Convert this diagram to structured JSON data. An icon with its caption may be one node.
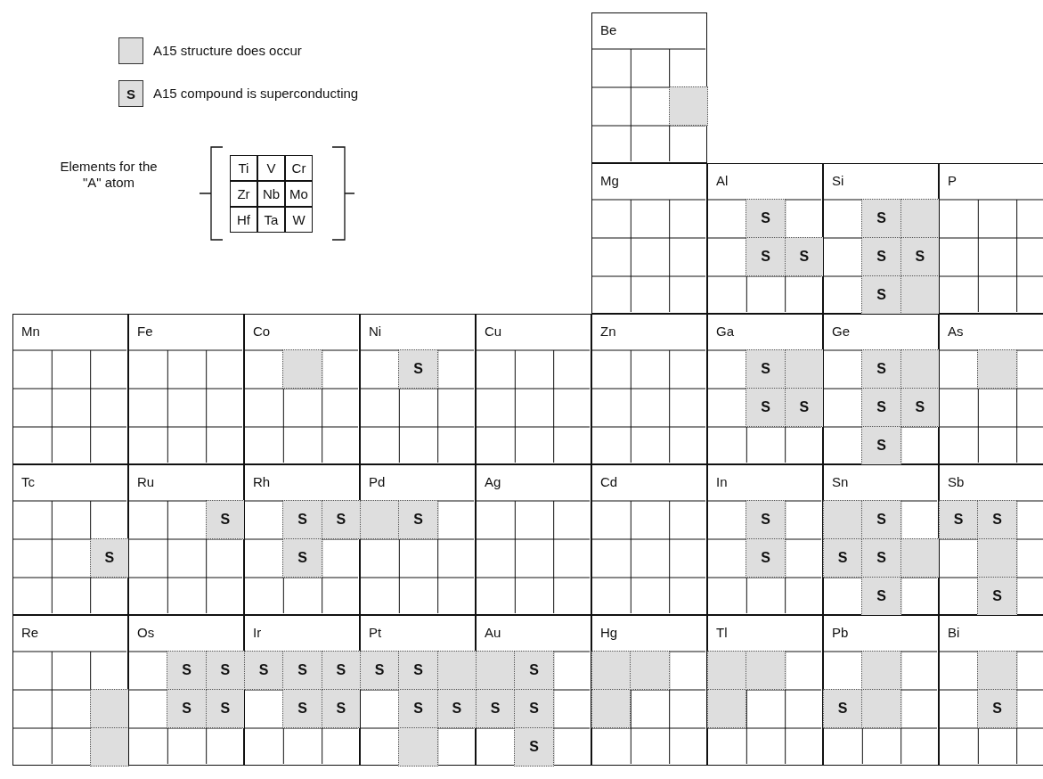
{
  "diagram": {
    "nodes": [
      {
        "text": [
          "Ti"
        ]
      },
      {
        "text": [
          "V"
        ]
      },
      {
        "text": [
          "Cr"
        ]
      },
      {
        "text": [
          "Zr"
        ]
      },
      {
        "text": [
          "Nb"
        ]
      },
      {
        "text": [
          "Mo"
        ]
      },
      {
        "text": [
          "Hf"
        ]
      },
      {
        "text": [
          "Ta"
        ]
      },
      {
        "text": [
          "W"
        ]
      },
      {
        "text": [
          "Be"
        ]
      },
      {
        "text": [],
        "shape": "box",
        "in": 9
      },
      {
        "text": [
          "Mg"
        ]
      },
      {
        "text": [
          "Al"
        ]
      },
      {
        "text": [
          "S"
        ],
        "in": 12
      },
      {
        "text": [
          "S"
        ],
        "in": 12
      },
      {
        "text": [
          "S"
        ],
        "in": 12
      },
      {
        "text": [
          "Si"
        ]
      },
      {
        "text": [
          "S"
        ],
        "in": 16
      },
      {
        "text": [],
        "shape": "box",
        "in": 16
      },
      {
        "text": [
          "S"
        ],
        "in": 16
      },
      {
        "text": [
          "S"
        ],
        "in": 16
      },
      {
        "text": [
          "S"
        ],
        "in": 16
      },
      {
        "text": [],
        "shape": "box",
        "in": 16
      },
      {
        "text": [
          "P"
        ]
      },
      {
        "text": [
          "Mn"
        ]
      },
      {
        "text": [
          "Fe"
        ]
      },
      {
        "text": [
          "Co"
        ]
      },
      {
        "text": [],
        "shape": "box",
        "in": 26
      },
      {
        "text": [
          "Ni"
        ]
      },
      {
        "text": [
          "S"
        ],
        "in": 28
      },
      {
        "text": [
          "Cu"
        ]
      },
      {
        "text": [
          "Zn"
        ]
      },
      {
        "text": [
          "Ga"
        ]
      },
      {
        "text": [
          "S"
        ],
        "in": 32
      },
      {
        "text": [],
        "shape": "box",
        "in": 32
      },
      {
        "text": [
          "S"
        ],
        "in": 32
      },
      {
        "text": [
          "S"
        ],
        "in": 32
      },
      {
        "text": [
          "Ge"
        ]
      },
      {
        "text": [
          "S"
        ],
        "in": 37
      },
      {
        "text": [],
        "shape": "box",
        "in": 37
      },
      {
        "text": [
          "S"
        ],
        "in": 37
      },
      {
        "text": [
          "S"
        ],
        "in": 37
      },
      {
        "text": [
          "S"
        ],
        "in": 37
      },
      {
        "text": [
          "As"
        ]
      },
      {
        "text": [],
        "shape": "box",
        "in": 43
      },
      {
        "text": [
          "Tc"
        ]
      },
      {
        "text": [
          "S"
        ],
        "in": 45
      },
      {
        "text": [
          "Ru"
        ]
      },
      {
        "text": [
          "S"
        ],
        "in": 47
      },
      {
        "text": [
          "Rh"
        ]
      },
      {
        "text": [
          "S"
        ],
        "in": 49
      },
      {
        "text": [
          "S"
        ],
        "in": 49
      },
      {
        "text": [
          "S"
        ],
        "in": 49
      },
      {
        "text": [
          "Pd"
        ]
      },
      {
        "text": [],
        "shape": "box",
        "in": 53
      },
      {
        "text": [
          "S"
        ],
        "in": 53
      },
      {
        "text": [
          "Ag"
        ]
      },
      {
        "text": [
          "Cd"
        ]
      },
      {
        "text": [
          "In"
        ]
      },
      {
        "text": [
          "S"
        ],
        "in": 58
      },
      {
        "text": [
          "S"
        ],
        "in": 58
      },
      {
        "text": [
          "Sn"
        ]
      },
      {
        "text": [],
        "shape": "box",
        "in": 61
      },
      {
        "text": [
          "S"
        ],
        "in": 61
      },
      {
        "text": [
          "S"
        ],
        "in": 61
      },
      {
        "text": [
          "S"
        ],
        "in": 61
      },
      {
        "text": [],
        "shape": "box",
        "in": 61
      },
      {
        "text": [
          "S"
        ],
        "in": 61
      },
      {
        "text": [
          "Sb"
        ]
      },
      {
        "text": [
          "S"
        ],
        "in": 68
      },
      {
        "text": [
          "S"
        ],
        "in": 68
      },
      {
        "text": [],
        "shape": "box",
        "in": 68
      },
      {
        "text": [
          "S"
        ],
        "in": 68
      },
      {
        "text": [
          "Re"
        ]
      },
      {
        "text": [],
        "shape": "box",
        "in": 73
      },
      {
        "text": [],
        "shape": "box",
        "in": 73
      },
      {
        "text": [
          "Os"
        ]
      },
      {
        "text": [
          "S"
        ],
        "in": 76
      },
      {
        "text": [
          "S"
        ],
        "in": 76
      },
      {
        "text": [
          "S"
        ],
        "in": 76
      },
      {
        "text": [
          "S"
        ],
        "in": 76
      },
      {
        "text": [
          "Ir"
        ]
      },
      {
        "text": [
          "S"
        ],
        "in": 81
      },
      {
        "text": [
          "S"
        ],
        "in": 81
      },
      {
        "text": [
          "S"
        ],
        "in": 81
      },
      {
        "text": [
          "S"
        ],
        "in": 81
      },
      {
        "text": [
          "S"
        ],
        "in": 81
      },
      {
        "text": [
          "Pt"
        ]
      },
      {
        "text": [
          "S"
        ],
        "in": 87
      },
      {
        "text": [
          "S"
        ],
        "in": 87
      },
      {
        "text": [],
        "shape": "box",
        "in": 87
      },
      {
        "text": [
          "S"
        ],
        "in": 87
      },
      {
        "text": [
          "S"
        ],
        "in": 87
      },
      {
        "text": [],
        "shape": "box",
        "in": 87
      },
      {
        "text": [
          "Au"
        ]
      },
      {
        "text": [],
        "shape": "box",
        "in": 94
      },
      {
        "text": [
          "S"
        ],
        "in": 94
      },
      {
        "text": [
          "S"
        ],
        "in": 94
      },
      {
        "text": [
          "S"
        ],
        "in": 94
      },
      {
        "text": [
          "S"
        ],
        "in": 94
      },
      {
        "text": [
          "Hg"
        ]
      },
      {
        "text": [],
        "shape": "box",
        "in": 100
      },
      {
        "text": [],
        "shape": "box",
        "in": 100
      },
      {
        "text": [],
        "shape": "box",
        "in": 100
      },
      {
        "text": [
          "Tl"
        ]
      },
      {
        "text": [],
        "shape": "box",
        "in": 104
      },
      {
        "text": [],
        "shape": "box",
        "in": 104
      },
      {
        "text": [],
        "shape": "box",
        "in": 104
      },
      {
        "text": [
          "Pb"
        ]
      },
      {
        "text": [],
        "shape": "box",
        "in": 108
      },
      {
        "text": [
          "S"
        ],
        "in": 108
      },
      {
        "text": [],
        "shape": "box",
        "in": 108
      },
      {
        "text": [
          "Bi"
        ]
      },
      {
        "text": [],
        "shape": "box",
        "in": 112
      },
      {
        "text": [
          "S"
        ],
        "in": 112
      }
    ],
    "edges": [],
    "labels": [
      "S",
      "Elements for the \"A\" atom"
    ],
    "legend": [
      {
        "text": "A15 structure does occur",
        "color": "#dedede"
      },
      {
        "text": "A15 compound is superconducting",
        "color": "#dedede"
      }
    ]
  }
}
